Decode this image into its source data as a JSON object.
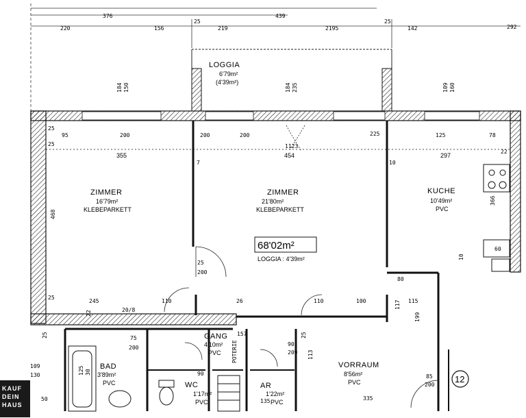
{
  "title": "68'02m²",
  "subtitle": "LOGGIA : 4'39m²",
  "unit_no": "12",
  "rooms": {
    "loggia": {
      "name": "LOGGIA",
      "area": "6'79m²",
      "area2": "(4'39m²)"
    },
    "zimmer1": {
      "name": "ZIMMER",
      "area": "16'79m²",
      "floor": "KLEBEPARKETT"
    },
    "zimmer2": {
      "name": "ZIMMER",
      "area": "21'80m²",
      "floor": "KLEBEPARKETT"
    },
    "kuche": {
      "name": "KUCHE",
      "area": "10'49m²",
      "floor": "PVC"
    },
    "gang": {
      "name": "GANG",
      "area": "4'10m²",
      "floor": "PVC"
    },
    "bad": {
      "name": "BAD",
      "area": "3'89m²",
      "floor": "PVC"
    },
    "wc": {
      "name": "WC",
      "area": "1'17m²",
      "floor": "PVC"
    },
    "ar": {
      "name": "AR",
      "area": "1'22m²",
      "floor": "PVC"
    },
    "vorraum": {
      "name": "VORRAUM",
      "area": "8'56m²",
      "floor": "PVC"
    },
    "poterie": {
      "name": "POTERIE"
    }
  },
  "dims": {
    "top_376": "376",
    "top_439": "439",
    "top_220": "220",
    "top_156": "156",
    "top_25a": "25",
    "top_2195a": "219",
    "top_2195b": "2195",
    "top_25b": "25",
    "top_1425": "142",
    "top_292": "292",
    "l_95": "95",
    "l_200a": "200",
    "l_200b": "200",
    "l_200c": "200",
    "l_225": "225",
    "l_125": "125",
    "l_78": "78",
    "l_1123": "1123",
    "l_355": "355",
    "l_454": "454",
    "l_297": "297",
    "l_22": "22",
    "l_10": "10",
    "l_7": "7",
    "l_25a": "25",
    "l_25b": "25",
    "l_468": "468",
    "l_366": "366",
    "l_184a": "184",
    "l_150a": "150",
    "l_184b": "184",
    "l_235": "235",
    "l_109": "109",
    "l_160": "160",
    "l_25c": "25",
    "l_200d": "200",
    "b_25": "25",
    "b_245": "245",
    "b_110a": "110",
    "b_26": "26",
    "b_110b": "110",
    "b_100": "100",
    "b_20_8": "20/8",
    "b_22": "22",
    "g_75": "75",
    "g_200a": "200",
    "g_157": "157",
    "g_90": "90",
    "g_209": "209",
    "g_113": "113",
    "g_25": "25",
    "bad_125": "125",
    "bad_30": "30",
    "bad_109": "109",
    "bad_130": "130",
    "bad_50": "50",
    "vr_335": "335",
    "vr_85": "85",
    "vr_200": "200",
    "k_80": "80",
    "k_117": "117",
    "k_115": "115",
    "k_199": "199",
    "k_60": "60",
    "k_10": "10",
    "k_25": "25",
    "ar_135": "135",
    "wc_90": "90"
  },
  "logo": {
    "line1": "KAUF",
    "line2": "DEIN",
    "line3": "HAUS"
  }
}
